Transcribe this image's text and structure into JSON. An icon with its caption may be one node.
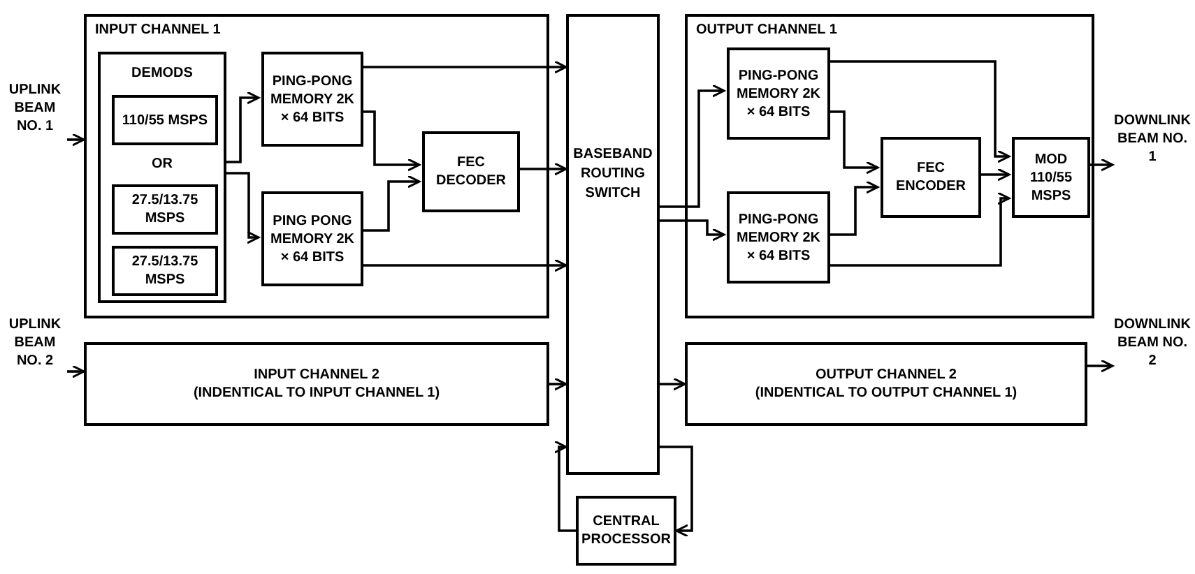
{
  "diagram": {
    "nodes": [
      {
        "text": [
          "UPLINK BEAM NO. 1"
        ]
      },
      {
        "text": [
          "UPLINK BEAM NO. 2"
        ]
      },
      {
        "text": [
          "INPUT CHANNEL 1"
        ]
      },
      {
        "text": [
          "DEMODS",
          "OR"
        ],
        "in": 2
      },
      {
        "text": [
          "110/55 MSPS"
        ],
        "in": 3
      },
      {
        "text": [
          "27.5/13.75 MSPS"
        ],
        "in": 3
      },
      {
        "text": [
          "27.5/13.75 MSPS"
        ],
        "in": 3
      },
      {
        "text": [
          "PING-PONG MEMORY 2K × 64 BITS"
        ],
        "in": 2
      },
      {
        "text": [
          "PING PONG MEMORY 2K × 64 BITS"
        ],
        "in": 2
      },
      {
        "text": [
          "FEC DECODER"
        ],
        "in": 2
      },
      {
        "text": [
          "BASEBAND ROUTING SWITCH"
        ]
      },
      {
        "text": [
          "OUTPUT CHANNEL 1"
        ]
      },
      {
        "text": [
          "PING-PONG MEMORY 2K × 64 BITS"
        ],
        "in": 11
      },
      {
        "text": [
          "PING-PONG MEMORY 2K × 64 BITS"
        ],
        "in": 11
      },
      {
        "text": [
          "FEC ENCODER"
        ],
        "in": 11
      },
      {
        "text": [
          "MOD 110/55 MSPS"
        ],
        "in": 11
      },
      {
        "text": [
          "DOWNLINK BEAM NO. 1"
        ]
      },
      {
        "text": [
          "DOWNLINK BEAM NO. 2"
        ]
      },
      {
        "text": [
          "INPUT CHANNEL 2",
          "(INDENTICAL TO INPUT CHANNEL 1)"
        ]
      },
      {
        "text": [
          "OUTPUT CHANNEL 2",
          "(INDENTICAL TO OUTPUT CHANNEL 1)"
        ]
      },
      {
        "text": [
          "CENTRAL PROCESSOR"
        ]
      }
    ],
    "edges": [
      {
        "from": 0,
        "to": 2,
        "arrow": "to"
      },
      {
        "from": 3,
        "to": 7,
        "arrow": "to"
      },
      {
        "from": 3,
        "to": 8,
        "arrow": "to"
      },
      {
        "from": 7,
        "to": 9,
        "arrow": "to"
      },
      {
        "from": 8,
        "to": 9,
        "arrow": "to"
      },
      {
        "from": 7,
        "to": 10,
        "arrow": "to"
      },
      {
        "from": 8,
        "to": 10,
        "arrow": "to"
      },
      {
        "from": 9,
        "to": 10,
        "arrow": "to"
      },
      {
        "from": 1,
        "to": 18,
        "arrow": "to"
      },
      {
        "from": 18,
        "to": 10,
        "arrow": "to"
      },
      {
        "from": 10,
        "to": 12,
        "arrow": "to"
      },
      {
        "from": 10,
        "to": 13,
        "arrow": "to"
      },
      {
        "from": 12,
        "to": 14,
        "arrow": "to"
      },
      {
        "from": 13,
        "to": 14,
        "arrow": "to"
      },
      {
        "from": 12,
        "to": 15,
        "arrow": "to"
      },
      {
        "from": 13,
        "to": 15,
        "arrow": "to"
      },
      {
        "from": 14,
        "to": 15,
        "arrow": "to"
      },
      {
        "from": 15,
        "to": 16,
        "arrow": "to"
      },
      {
        "from": 10,
        "to": 19,
        "arrow": "to"
      },
      {
        "from": 19,
        "to": 17,
        "arrow": "to"
      },
      {
        "from": 20,
        "to": 10,
        "arrow": "to"
      },
      {
        "from": 10,
        "to": 20,
        "arrow": "to"
      }
    ]
  }
}
